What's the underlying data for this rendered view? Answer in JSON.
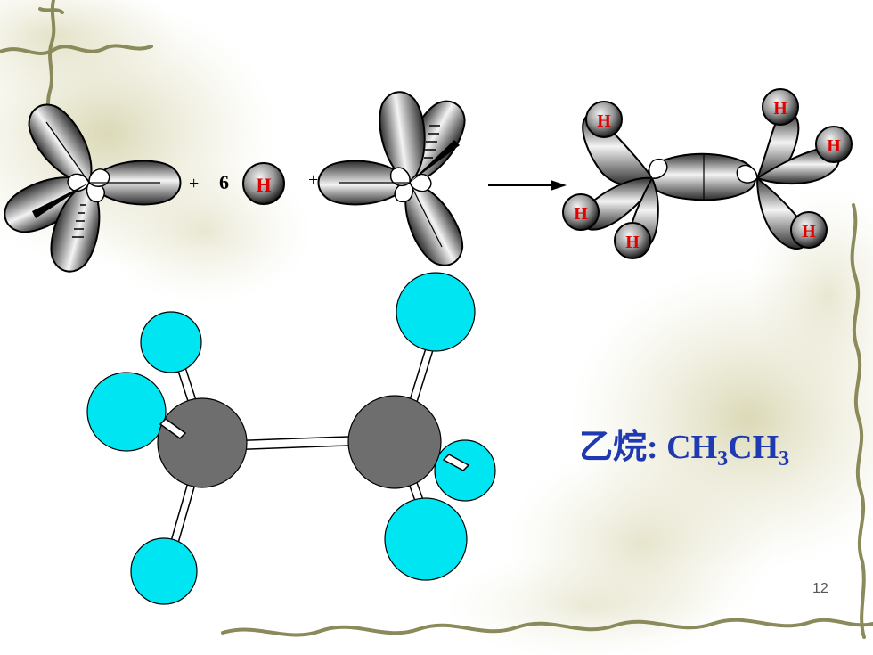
{
  "slide": {
    "page_number": "12"
  },
  "reaction": {
    "operator_1": "+",
    "coefficient": "6",
    "hydrogen_symbol": "H",
    "operator_2": "+",
    "product_labels": [
      "H",
      "H",
      "H",
      "H",
      "H",
      "H"
    ]
  },
  "caption": {
    "name": "乙烷",
    "colon": ":",
    "formula_parts": [
      "CH",
      "3",
      "CH",
      "3"
    ]
  },
  "colors": {
    "caption": "#1f39b0",
    "hydrogen_label": "#e00000",
    "hydrogen_atom": "#00e5f2",
    "carbon_atom": "#6e6e6e",
    "orbital_dark": "#1e1e1e"
  }
}
